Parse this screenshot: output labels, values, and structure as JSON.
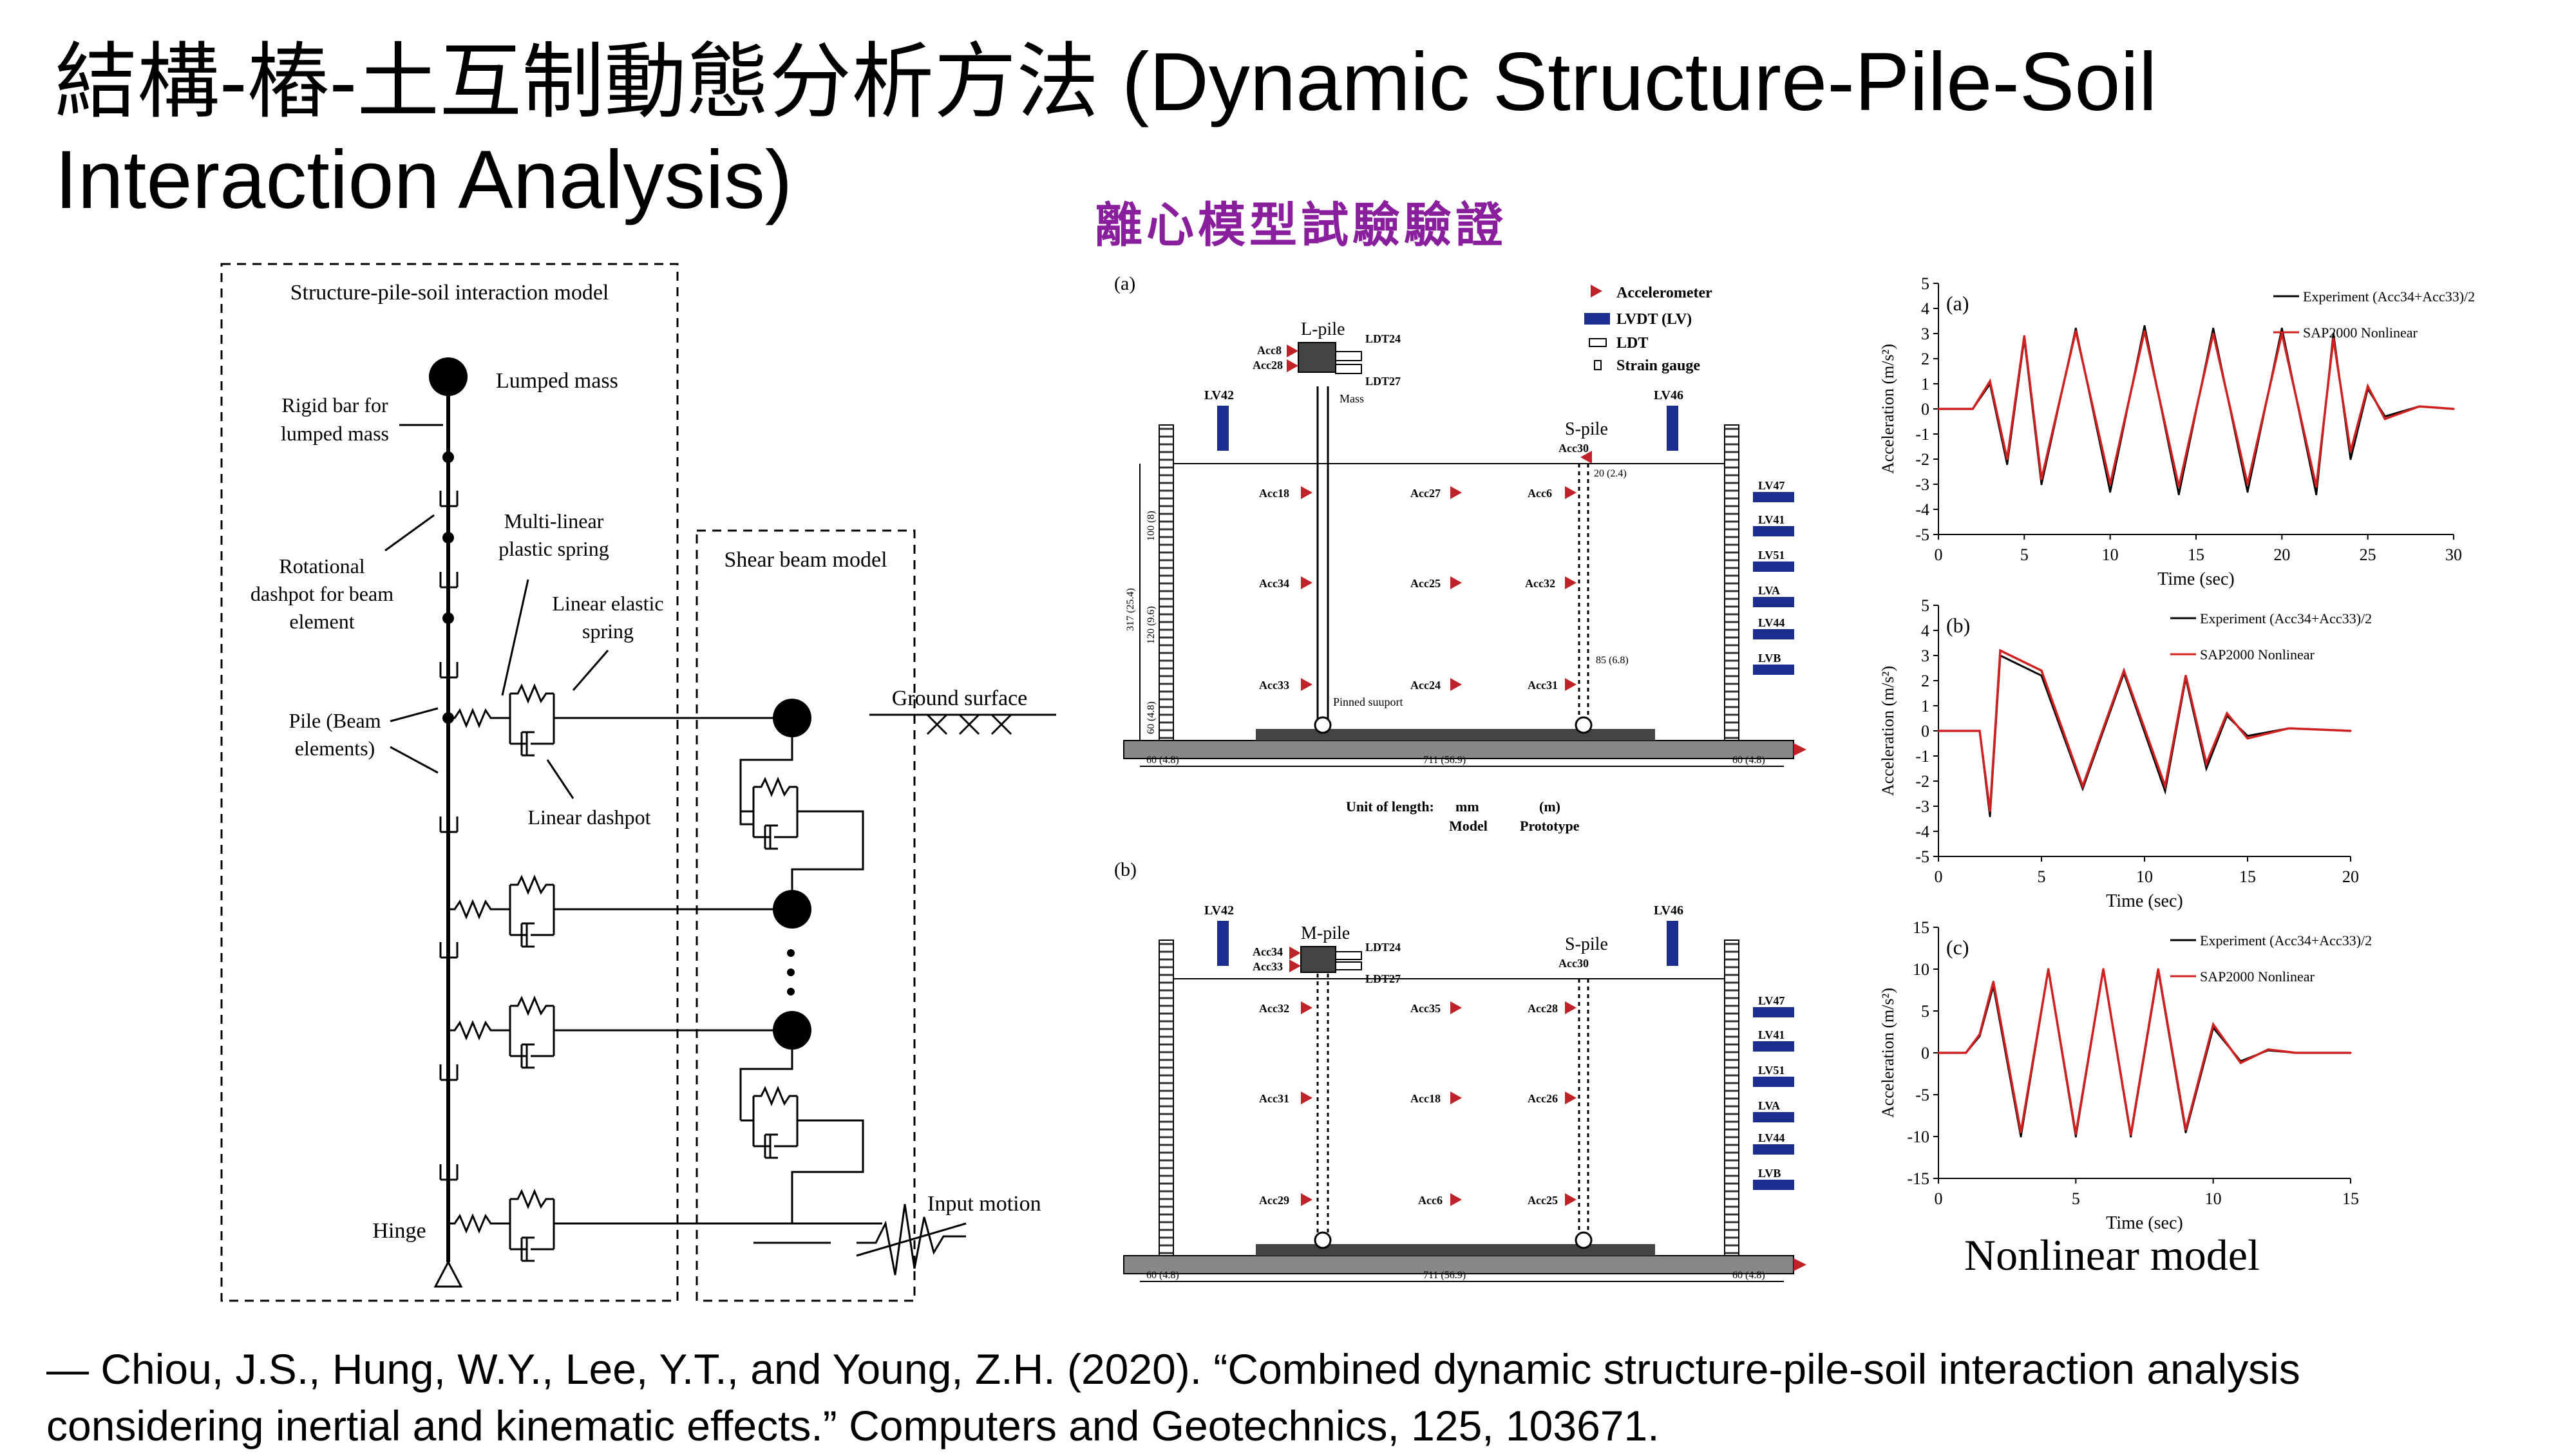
{
  "slide": {
    "title": "結構-樁-土互制動態分析方法 (Dynamic Structure-Pile-Soil Interaction Analysis)",
    "subheading": "離心模型試驗驗證",
    "citation": "— Chiou, J.S., Hung, W.Y., Lee, Y.T., and Young, Z.H. (2020). “Combined dynamic structure-pile-soil interaction analysis considering inertial and kinematic effects.” Computers and Geotechnics, 125, 103671."
  },
  "model_figure": {
    "left_box_title": "Structure-pile-soil interaction model",
    "lumped_mass": "Lumped mass",
    "rigid_bar_1": "Rigid bar for",
    "rigid_bar_2": "lumped mass",
    "multilinear_1": "Multi-linear",
    "multilinear_2": "plastic spring",
    "rotational_1": "Rotational",
    "rotational_2": "dashpot for beam",
    "rotational_3": "element",
    "linear_elastic_1": "Linear elastic",
    "linear_elastic_2": "spring",
    "pile_1": "Pile (Beam",
    "pile_2": "elements)",
    "linear_dashpot": "Linear dashpot",
    "hinge": "Hinge",
    "shear_beam_title": "Shear beam model",
    "ground_surface": "Ground surface",
    "input_motion": "Input motion"
  },
  "test_figure": {
    "a_label": "(a)",
    "b_label": "(b)",
    "legend": {
      "accelerometer": "Accelerometer",
      "lvdt": "LVDT (LV)",
      "ldt": "LDT",
      "strain": "Strain gauge"
    },
    "a": {
      "left_pile": "L-pile",
      "right_pile": "S-pile",
      "top_acc_1": "Acc8",
      "top_acc_2": "Acc28",
      "ldt_1": "LDT24",
      "ldt_2": "LDT27",
      "mass": "Mass",
      "lv_left": "LV42",
      "lv_right": "LV46",
      "acc_top_right": "Acc30",
      "row1": [
        "Acc18",
        "Acc27",
        "Acc6"
      ],
      "row2": [
        "Acc34",
        "Acc25",
        "Acc32"
      ],
      "row3": [
        "Acc33",
        "Acc24",
        "Acc31"
      ],
      "pinned": "Pinned suuport",
      "right_lvs": [
        "LV47",
        "LV41",
        "LV51",
        "LVA",
        "LV44",
        "LVB"
      ],
      "dim_bottom": [
        "60 (4.8)",
        "711 (56.9)",
        "60 (4.8)"
      ],
      "dim_left": [
        "317 (25.4)",
        "100 (8)",
        "120 (9.6)",
        "60 (4.8)"
      ],
      "dim_20": "20 (2.4)",
      "dim_85": "85 (6.8)",
      "unit_label": "Unit of length:",
      "unit_mm": "mm",
      "unit_m": "(m)",
      "unit_model": "Model",
      "unit_proto": "Prototype"
    },
    "b": {
      "left_pile": "M-pile",
      "right_pile": "S-pile",
      "top_acc_1": "Acc34",
      "top_acc_2": "Acc33",
      "ldt_1": "LDT24",
      "ldt_2": "LDT27",
      "lv_left": "LV42",
      "lv_right": "LV46",
      "acc_top_right": "Acc30",
      "row1": [
        "Acc32",
        "Acc35",
        "Acc28"
      ],
      "row2": [
        "Acc31",
        "Acc18",
        "Acc26"
      ],
      "row3": [
        "Acc29",
        "Acc6",
        "Acc25"
      ],
      "right_lvs": [
        "LV47",
        "LV41",
        "LV51",
        "LVA",
        "LV44",
        "LVB"
      ],
      "dim_bottom": [
        "60 (4.8)",
        "711 (56.9)",
        "60 (4.8)"
      ]
    }
  },
  "chart_data": [
    {
      "type": "line",
      "panel": "(a)",
      "title": "",
      "xlabel": "Time (sec)",
      "ylabel": "Acceleration (m/s²)",
      "xlim": [
        0,
        30
      ],
      "ylim": [
        -5,
        5
      ],
      "xticks": [
        0,
        5,
        10,
        15,
        20,
        25,
        30
      ],
      "yticks": [
        5,
        4,
        3,
        2,
        1,
        0,
        -1,
        -2,
        -3,
        -4,
        -5
      ],
      "legend_position": "top-right",
      "series": [
        {
          "name": "Experiment (Acc34+Acc33)/2",
          "color": "#000000",
          "x": [
            0,
            2,
            3,
            4,
            5,
            6,
            8,
            10,
            12,
            14,
            16,
            18,
            20,
            22,
            23,
            24,
            25,
            26,
            28,
            30
          ],
          "values": [
            0,
            0,
            1.0,
            -2.2,
            2.8,
            -3.0,
            3.2,
            -3.3,
            3.3,
            -3.4,
            3.2,
            -3.3,
            3.2,
            -3.4,
            3.0,
            -2.0,
            0.8,
            -0.3,
            0.1,
            0
          ]
        },
        {
          "name": "SAP2000 Nonlinear",
          "color": "#d02020",
          "x": [
            0,
            2,
            3,
            4,
            5,
            6,
            8,
            10,
            12,
            14,
            16,
            18,
            20,
            22,
            23,
            24,
            25,
            26,
            28,
            30
          ],
          "values": [
            0,
            0,
            1.1,
            -2.0,
            2.9,
            -2.8,
            3.1,
            -3.0,
            3.1,
            -3.1,
            3.0,
            -3.0,
            3.0,
            -3.1,
            2.8,
            -1.7,
            0.9,
            -0.4,
            0.1,
            0
          ]
        }
      ]
    },
    {
      "type": "line",
      "panel": "(b)",
      "title": "",
      "xlabel": "Time (sec)",
      "ylabel": "Acceleration (m/s²)",
      "xlim": [
        0,
        20
      ],
      "ylim": [
        -5,
        5
      ],
      "xticks": [
        0,
        5,
        10,
        15,
        20
      ],
      "yticks": [
        5,
        4,
        3,
        2,
        1,
        0,
        -1,
        -2,
        -3,
        -4,
        -5
      ],
      "legend_position": "top-right",
      "series": [
        {
          "name": "Experiment (Acc34+Acc33)/2",
          "color": "#000000",
          "x": [
            0,
            2,
            2.5,
            3,
            5,
            7,
            9,
            11,
            12,
            13,
            14,
            15,
            17,
            20
          ],
          "values": [
            0,
            0,
            -3.4,
            3.0,
            2.2,
            -2.3,
            2.3,
            -2.4,
            2.1,
            -1.5,
            0.6,
            -0.2,
            0.1,
            0
          ]
        },
        {
          "name": "SAP2000 Nonlinear",
          "color": "#d02020",
          "x": [
            0,
            2,
            2.5,
            3,
            5,
            7,
            9,
            11,
            12,
            13,
            14,
            15,
            17,
            20
          ],
          "values": [
            0,
            0,
            -3.2,
            3.2,
            2.4,
            -2.2,
            2.4,
            -2.2,
            2.2,
            -1.3,
            0.7,
            -0.3,
            0.1,
            0
          ]
        }
      ]
    },
    {
      "type": "line",
      "panel": "(c)",
      "title": "",
      "xlabel": "Time (sec)",
      "ylabel": "Acceleration (m/s²)",
      "xlim": [
        0,
        15
      ],
      "ylim": [
        -15,
        15
      ],
      "xticks": [
        0,
        5,
        10,
        15
      ],
      "yticks": [
        15,
        10,
        5,
        0,
        -5,
        -10,
        -15
      ],
      "legend_position": "top-right",
      "series": [
        {
          "name": "Experiment (Acc34+Acc33)/2",
          "color": "#000000",
          "x": [
            0,
            1,
            1.5,
            2,
            3,
            4,
            5,
            6,
            7,
            8,
            9,
            10,
            11,
            12,
            13,
            15
          ],
          "values": [
            0,
            0,
            2.0,
            8.0,
            -10.0,
            10.0,
            -10.0,
            10.0,
            -10.0,
            9.8,
            -9.5,
            3.0,
            -1.0,
            0.3,
            0,
            0
          ]
        },
        {
          "name": "SAP2000 Nonlinear",
          "color": "#d02020",
          "x": [
            0,
            1,
            1.5,
            2,
            3,
            4,
            5,
            6,
            7,
            8,
            9,
            10,
            11,
            12,
            13,
            15
          ],
          "values": [
            0,
            0,
            2.2,
            8.5,
            -9.5,
            10.0,
            -9.7,
            10.0,
            -9.8,
            10.0,
            -9.2,
            3.4,
            -1.2,
            0.4,
            0,
            0
          ]
        }
      ]
    }
  ],
  "nonlinear_label": "Nonlinear model"
}
